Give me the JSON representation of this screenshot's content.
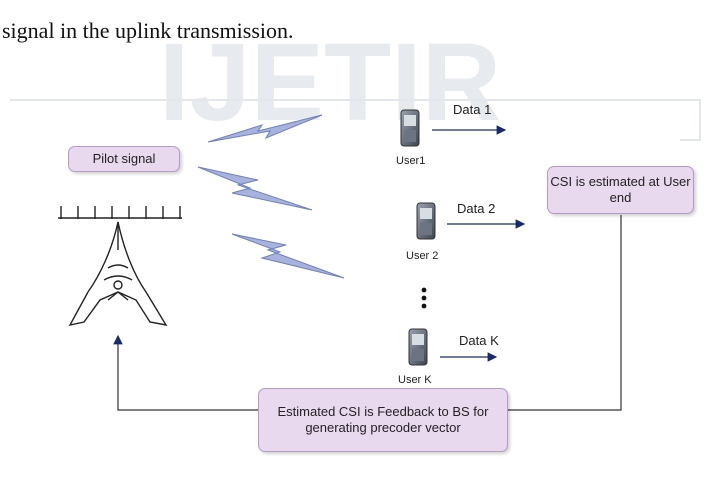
{
  "caption": {
    "line1": "signal in the uplink transmission."
  },
  "watermark": "IJETIR",
  "pilot_box": {
    "label": "Pilot signal"
  },
  "csi_box": {
    "label": "CSI is estimated at User end"
  },
  "feedback_box": {
    "label": "Estimated CSI is Feedback to BS for generating precoder vector"
  },
  "users": [
    {
      "name": "User1",
      "data": "Data 1"
    },
    {
      "name": "User 2",
      "data": "Data 2"
    },
    {
      "name": "User K",
      "data": "Data K"
    }
  ],
  "colors": {
    "box_fill": "#e9d9ef",
    "box_border": "#b79ac4",
    "arrow": "#1a2a6c",
    "lightning": "#7f8fc4"
  },
  "icons": [
    "base-station-tower-icon",
    "mobile-phone-icon",
    "lightning-bolt-icon",
    "vertical-ellipsis-icon"
  ]
}
